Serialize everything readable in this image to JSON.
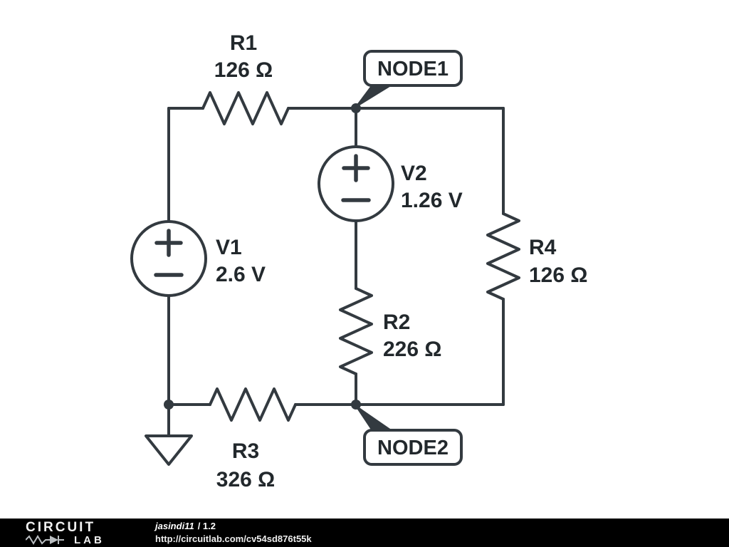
{
  "page": {
    "background": "#ffffff",
    "ink_color": "#333a40",
    "label_color": "#22282c"
  },
  "components": {
    "r1": {
      "ref": "R1",
      "value": "126 Ω"
    },
    "r2": {
      "ref": "R2",
      "value": "226 Ω"
    },
    "r3": {
      "ref": "R3",
      "value": "326 Ω"
    },
    "r4": {
      "ref": "R4",
      "value": "126 Ω"
    },
    "v1": {
      "ref": "V1",
      "value": "2.6 V"
    },
    "v2": {
      "ref": "V2",
      "value": "1.26 V"
    }
  },
  "nodes": {
    "node1": {
      "label": "NODE1"
    },
    "node2": {
      "label": "NODE2"
    }
  },
  "footer": {
    "brand_top": "CIRCUIT",
    "brand_bottom": "LAB",
    "author": "jasindi11",
    "revision": "/ 1.2",
    "url": "http://circuitlab.com/cv54sd876t55k",
    "background": "#000000",
    "text_color": "#ffffff"
  }
}
